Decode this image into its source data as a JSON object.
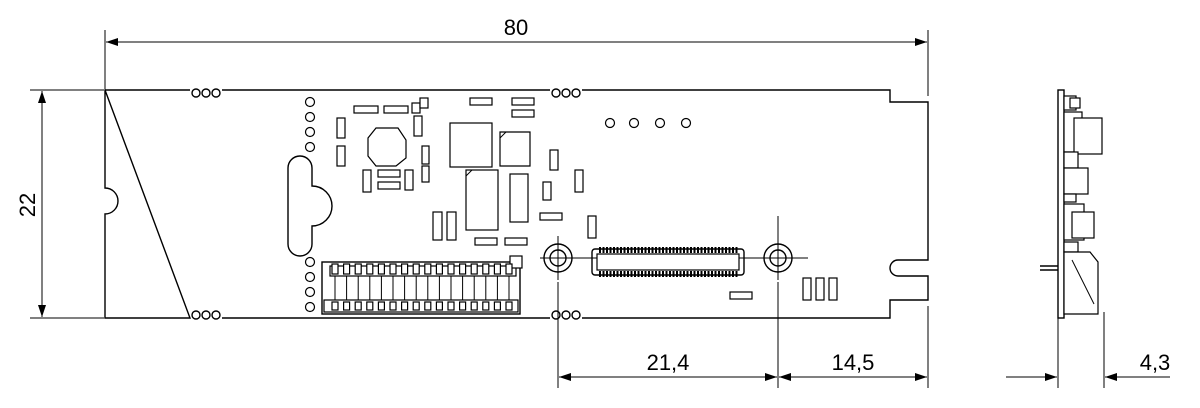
{
  "drawing": {
    "dimensions": {
      "overall_length": "80",
      "height": "22",
      "hole_spacing": "21,4",
      "hole_to_edge": "14,5",
      "side_thickness": "4,3"
    }
  }
}
